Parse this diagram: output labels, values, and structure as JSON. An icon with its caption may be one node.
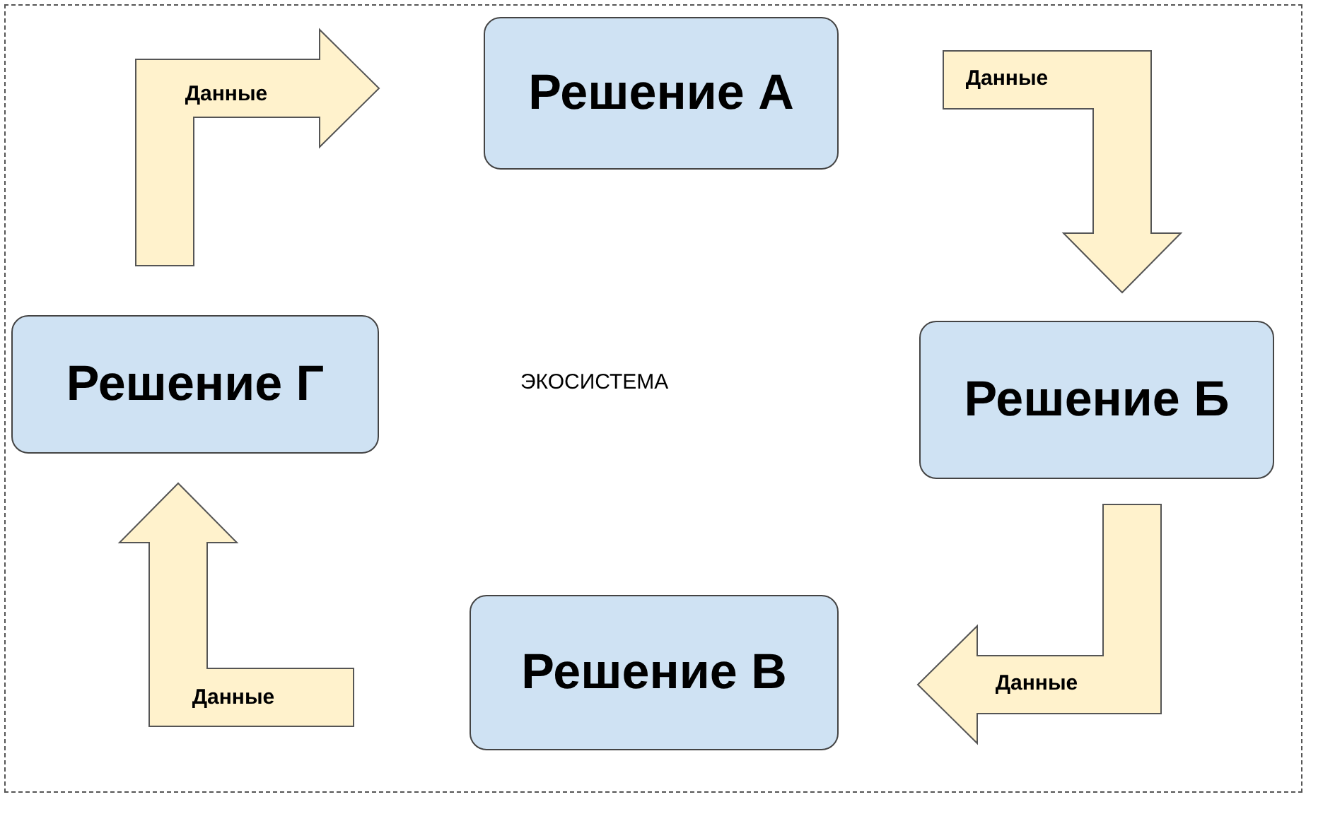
{
  "diagram": {
    "nodes": [
      {
        "text": [
          "ЭКОСИСТЕМА"
        ]
      },
      {
        "text": [
          "Решение А"
        ],
        "in": 0
      },
      {
        "text": [
          "Решение Б"
        ],
        "in": 0
      },
      {
        "text": [
          "Решение В"
        ],
        "in": 0
      },
      {
        "text": [
          "Решение Г"
        ],
        "in": 0
      }
    ],
    "edges": [
      {
        "from": 4,
        "to": 1,
        "arrow": "to",
        "label": "Данные",
        "style": "thick"
      },
      {
        "from": 1,
        "to": 2,
        "arrow": "to",
        "label": "Данные",
        "style": "thick"
      },
      {
        "from": 2,
        "to": 3,
        "arrow": "to",
        "label": "Данные",
        "style": "thick"
      },
      {
        "from": 3,
        "to": 4,
        "arrow": "to",
        "label": "Данные",
        "style": "thick"
      }
    ]
  }
}
